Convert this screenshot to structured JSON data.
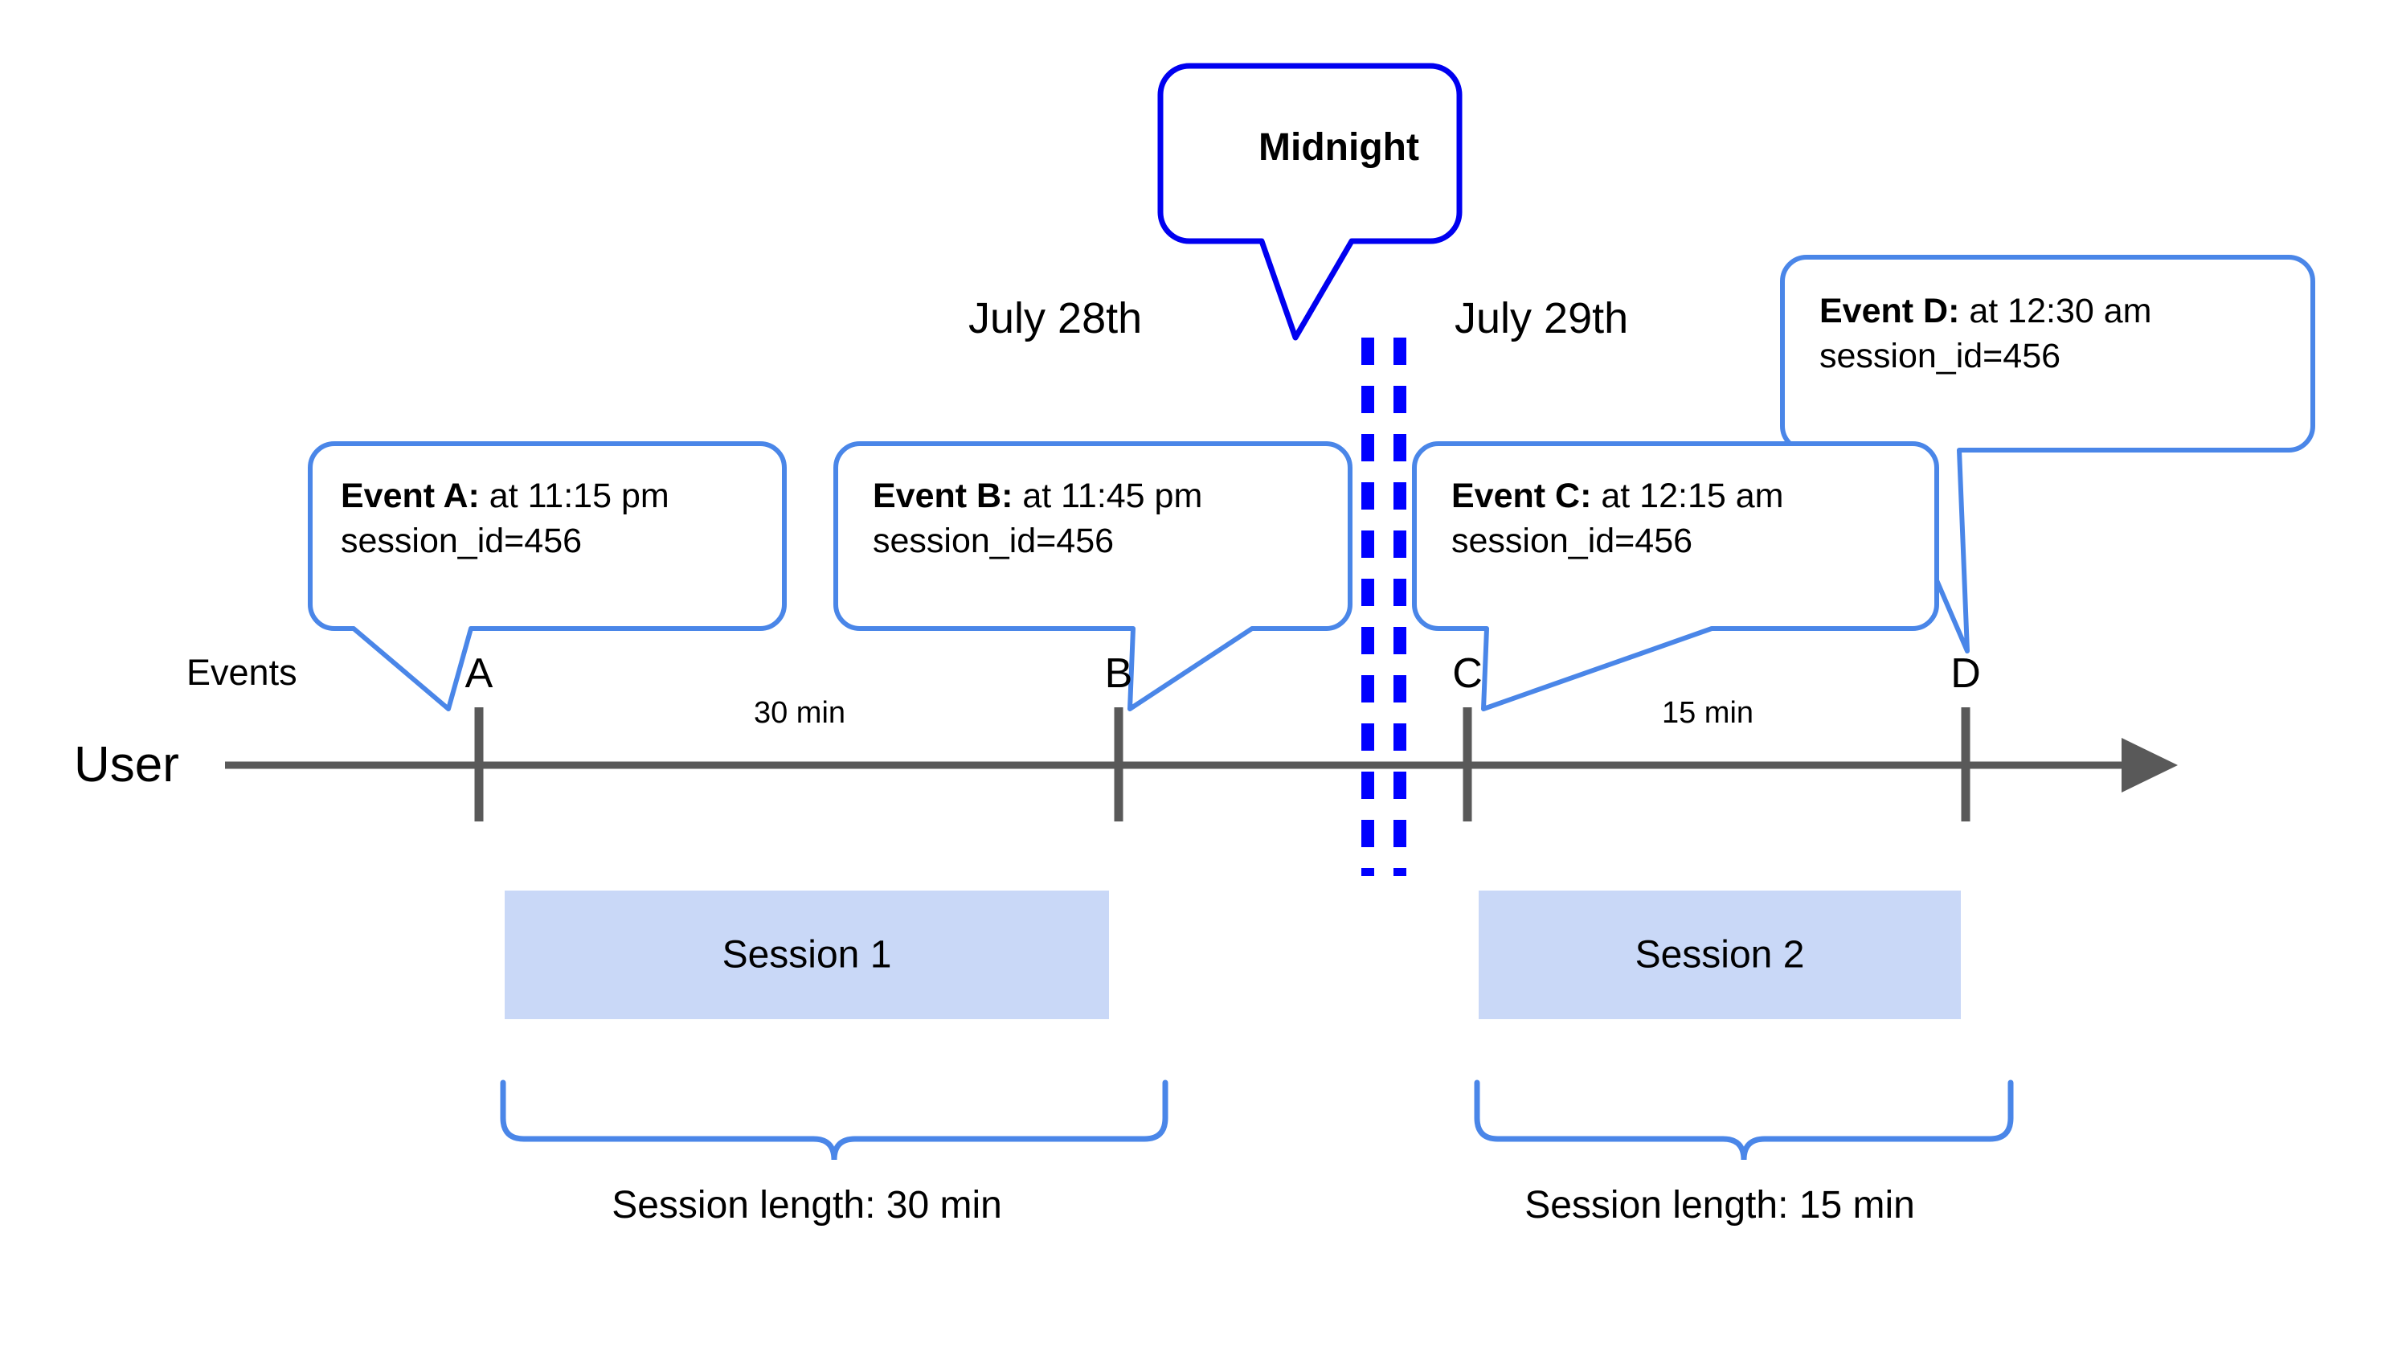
{
  "diagram": {
    "title": "User session timeline across midnight",
    "colors": {
      "callout_border": "#4a86e8",
      "midnight_border": "#0000f0",
      "midnight_dash": "#0000ff",
      "axis": "#595959",
      "session_fill": "#c9d8f7",
      "brace": "#4a86e8",
      "text": "#000000"
    }
  },
  "lane_labels": {
    "user": "User",
    "events": "Events"
  },
  "dates": [
    {
      "label": "July 28th"
    },
    {
      "label": "July 29th"
    }
  ],
  "midnight": {
    "label": "Midnight"
  },
  "events": [
    {
      "point": "A",
      "title": "Event A:",
      "time": " at 11:15 pm",
      "session_id": "session_id=456"
    },
    {
      "point": "B",
      "title": "Event B:",
      "time": " at 11:45 pm",
      "session_id": "session_id=456"
    },
    {
      "point": "C",
      "title": "Event C:",
      "time": " at 12:15 am",
      "session_id": "session_id=456"
    },
    {
      "point": "D",
      "title": "Event D:",
      "time": " at 12:30 am",
      "session_id": "session_id=456"
    }
  ],
  "durations": [
    {
      "label": "30 min"
    },
    {
      "label": "15 min"
    }
  ],
  "sessions": [
    {
      "label": "Session 1",
      "length_label": "Session length: 30 min"
    },
    {
      "label": "Session 2",
      "length_label": "Session length: 15 min"
    }
  ],
  "chart_data": {
    "type": "timeline",
    "title": "Sessions split at midnight",
    "axis_label": "User",
    "track_label": "Events",
    "day_boundary": {
      "label": "Midnight",
      "between": [
        "July 28th",
        "July 29th"
      ]
    },
    "points": [
      {
        "id": "A",
        "time": "11:15 pm",
        "date": "July 28th",
        "session_id": 456,
        "session": "Session 1"
      },
      {
        "id": "B",
        "time": "11:45 pm",
        "date": "July 28th",
        "session_id": 456,
        "session": "Session 1"
      },
      {
        "id": "C",
        "time": "12:15 am",
        "date": "July 29th",
        "session_id": 456,
        "session": "Session 2"
      },
      {
        "id": "D",
        "time": "12:30 am",
        "date": "July 29th",
        "session_id": 456,
        "session": "Session 2"
      }
    ],
    "gaps": [
      {
        "from": "A",
        "to": "B",
        "label": "30 min",
        "minutes": 30
      },
      {
        "from": "C",
        "to": "D",
        "label": "15 min",
        "minutes": 15
      }
    ],
    "sessions": [
      {
        "name": "Session 1",
        "from": "A",
        "to": "B",
        "length_label": "Session length: 30 min",
        "minutes": 30
      },
      {
        "name": "Session 2",
        "from": "C",
        "to": "D",
        "length_label": "Session length: 15 min",
        "minutes": 15
      }
    ]
  }
}
